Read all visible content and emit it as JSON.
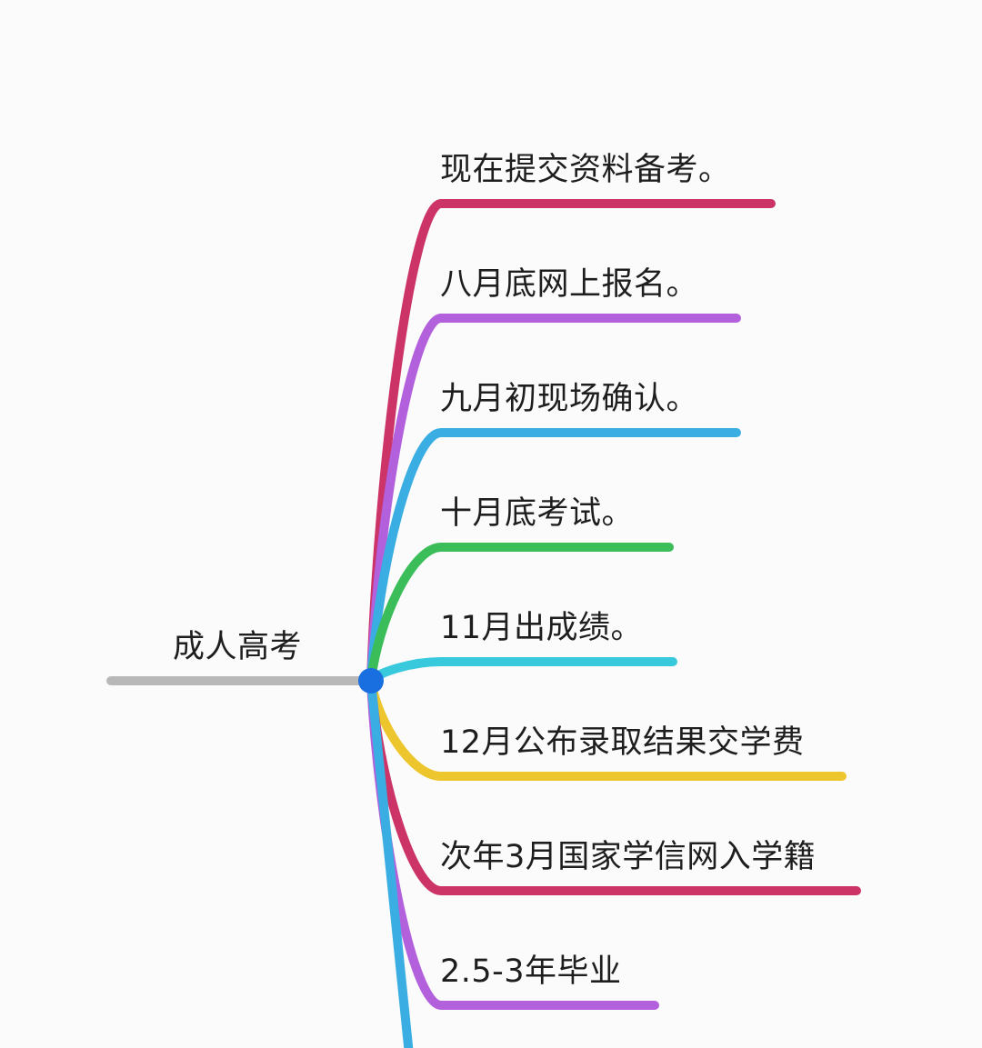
{
  "root": {
    "label": "成人高考",
    "color": "#b8b8b8",
    "node_color": "#1a6fe0"
  },
  "branches": [
    {
      "label": "现在提交资料备考。",
      "color": "#cc3366"
    },
    {
      "label": "八月底网上报名。",
      "color": "#b360dd"
    },
    {
      "label": "九月初现场确认。",
      "color": "#3aaee2"
    },
    {
      "label": "十月底考试。",
      "color": "#3bbd5a"
    },
    {
      "label": "11月出成绩。",
      "color": "#38c9dc"
    },
    {
      "label": "12月公布录取结果交学费",
      "color": "#edc52c"
    },
    {
      "label": "次年3月国家学信网入学籍",
      "color": "#cc3366"
    },
    {
      "label": "2.5-3年毕业",
      "color": "#b360dd"
    },
    {
      "label": "",
      "color": "#3aaee2"
    }
  ]
}
